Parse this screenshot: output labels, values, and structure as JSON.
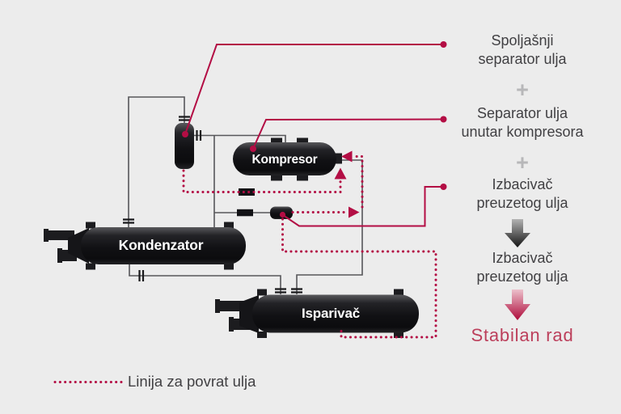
{
  "equipment": {
    "compressor": "Kompresor",
    "condenser": "Kondenzator",
    "evaporator": "Isparivač"
  },
  "benefits": {
    "item1": {
      "line1": "Spoljašnji",
      "line2": "separator ulja"
    },
    "plus1": "+",
    "item2": {
      "line1": "Separator ulja",
      "line2": "unutar kompresora"
    },
    "plus2": "+",
    "item3": {
      "line1": "Izbacivač",
      "line2": "preuzetog ulja"
    },
    "item4": {
      "line1": "Izbacivač",
      "line2": "preuzetog ulja"
    },
    "result": "Stabilan rad"
  },
  "legend": {
    "label": "Linija za povrat ulja"
  },
  "colors": {
    "background": "#ececec",
    "accent": "#b30d44",
    "pipe": "#57575a",
    "text": "#414043",
    "plus": "#b7b7b9",
    "result_text": "#bc3f5b",
    "tank": "#131316"
  }
}
